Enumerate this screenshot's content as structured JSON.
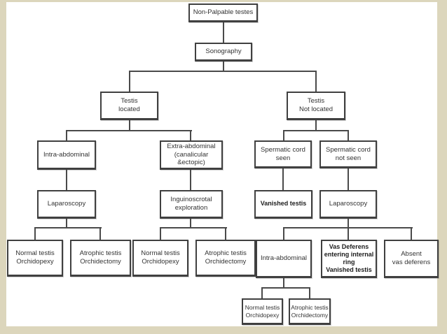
{
  "diagram": {
    "type": "flowchart",
    "root_label": "Non-Palpable testes"
  },
  "colors": {
    "frame_background": "#dcd6bc",
    "canvas_background": "#ffffff",
    "connector_line": "#4a4a4a",
    "box_border": "#404040",
    "text": "#333333"
  },
  "nodes": {
    "non_palpable_testes": {
      "label": "Non-Palpable testes",
      "bold": false
    },
    "sonography": {
      "label": "Sonography",
      "bold": false
    },
    "testis_located": {
      "label": "Testis\nlocated",
      "bold": false
    },
    "testis_not_located": {
      "label": "Testis\nNot located",
      "bold": false
    },
    "intra_abdominal": {
      "label": "Intra-abdominal",
      "bold": false
    },
    "extra_abdominal": {
      "label": "Extra-abdominal\n(canalicular &ectopic)",
      "bold": false
    },
    "spermatic_cord_seen": {
      "label": "Spermatic cord\nseen",
      "bold": false
    },
    "spermatic_cord_not_seen": {
      "label": "Spermatic cord\nnot seen",
      "bold": false
    },
    "laparoscopy_left": {
      "label": "Laparoscopy",
      "bold": false
    },
    "inguinoscrotal_exploration": {
      "label": "Inguinoscrotal\nexploration",
      "bold": false
    },
    "vanished_testis": {
      "label": "Vanished testis",
      "bold": true
    },
    "laparoscopy_right": {
      "label": "Laparoscopy",
      "bold": false
    },
    "normal_testis_1": {
      "label": "Normal testis\nOrchidopexy",
      "bold": false
    },
    "atrophic_testis_1": {
      "label": "Atrophic testis\nOrchidectomy",
      "bold": false
    },
    "normal_testis_2": {
      "label": "Normal testis\nOrchidopexy",
      "bold": false
    },
    "atrophic_testis_2": {
      "label": "Atrophic testis\nOrchidectomy",
      "bold": false
    },
    "intra_abdominal_2": {
      "label": "Intra-abdominal",
      "bold": false
    },
    "vas_deferens_internal_ring": {
      "label": "Vas Deferens\nentering internal ring\nVanished testis",
      "bold": true
    },
    "absent_vas_deferens": {
      "label": "Absent\nvas deferens",
      "bold": false
    },
    "normal_testis_3": {
      "label": "Normal testis\nOrchidopexy",
      "bold": false
    },
    "atrophic_testis_3": {
      "label": "Atrophic testis\nOrchidectomy",
      "bold": false
    }
  },
  "edges": [
    [
      "non_palpable_testes",
      "sonography"
    ],
    [
      "sonography",
      "testis_located"
    ],
    [
      "sonography",
      "testis_not_located"
    ],
    [
      "testis_located",
      "intra_abdominal"
    ],
    [
      "testis_located",
      "extra_abdominal"
    ],
    [
      "testis_not_located",
      "spermatic_cord_seen"
    ],
    [
      "testis_not_located",
      "spermatic_cord_not_seen"
    ],
    [
      "intra_abdominal",
      "laparoscopy_left"
    ],
    [
      "extra_abdominal",
      "inguinoscrotal_exploration"
    ],
    [
      "spermatic_cord_seen",
      "vanished_testis"
    ],
    [
      "spermatic_cord_not_seen",
      "laparoscopy_right"
    ],
    [
      "laparoscopy_left",
      "normal_testis_1"
    ],
    [
      "laparoscopy_left",
      "atrophic_testis_1"
    ],
    [
      "inguinoscrotal_exploration",
      "normal_testis_2"
    ],
    [
      "inguinoscrotal_exploration",
      "atrophic_testis_2"
    ],
    [
      "laparoscopy_right",
      "intra_abdominal_2"
    ],
    [
      "laparoscopy_right",
      "vas_deferens_internal_ring"
    ],
    [
      "laparoscopy_right",
      "absent_vas_deferens"
    ],
    [
      "intra_abdominal_2",
      "normal_testis_3"
    ],
    [
      "intra_abdominal_2",
      "atrophic_testis_3"
    ]
  ]
}
